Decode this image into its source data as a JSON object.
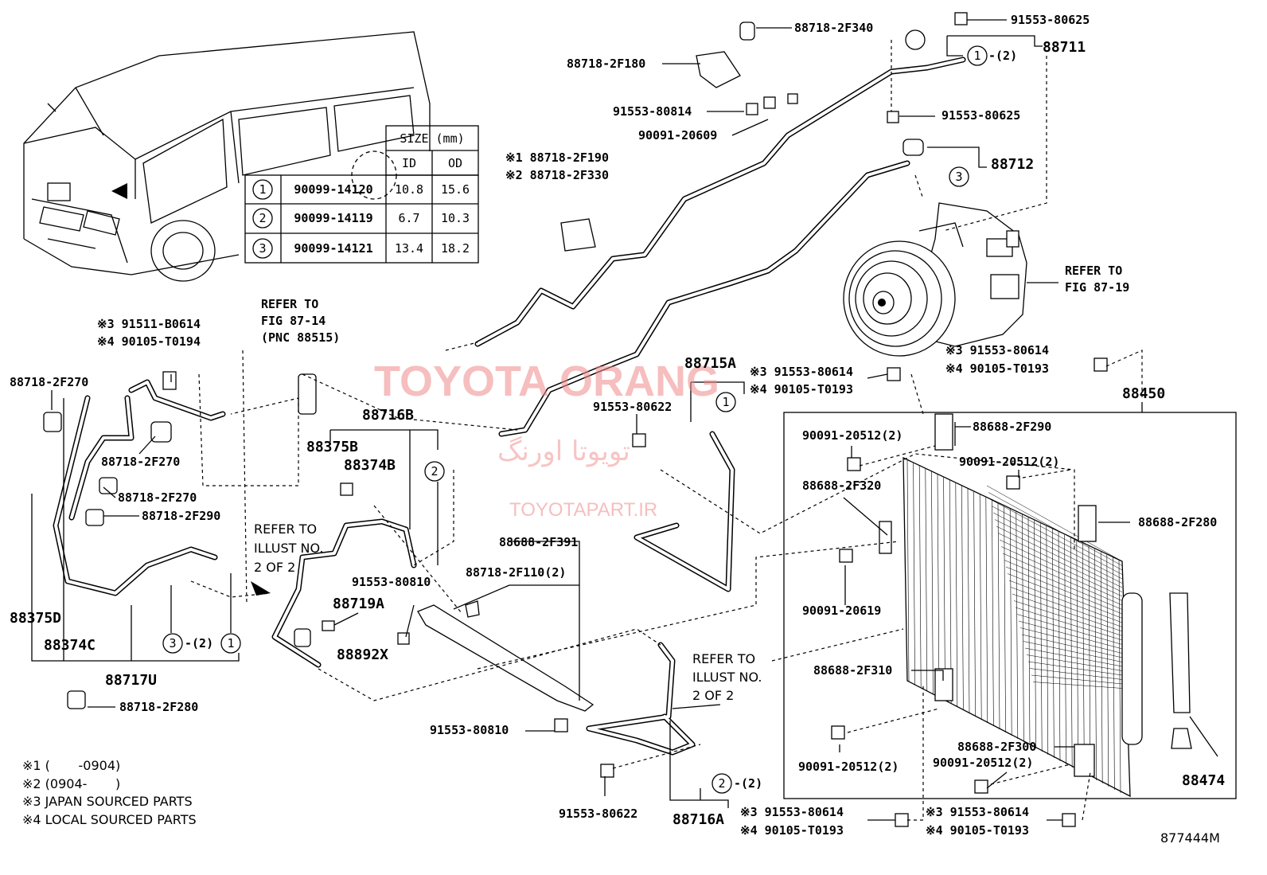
{
  "size_table": {
    "header_size": "SIZE (mm)",
    "header_id": "ID",
    "header_od": "OD",
    "rows": [
      {
        "mark": "1",
        "part": "90099-14120",
        "id": "10.8",
        "od": "15.6"
      },
      {
        "mark": "2",
        "part": "90099-14119",
        "id": "6.7",
        "od": "10.3"
      },
      {
        "mark": "3",
        "part": "90099-14121",
        "id": "13.4",
        "od": "18.2"
      }
    ]
  },
  "labels": {
    "p_2f340": "88718-2F340",
    "p_80625_top": "91553-80625",
    "p_88711": "88711",
    "p_c1_2": "-(2)",
    "p_2f180": "88718-2F180",
    "p_80814": "91553-80814",
    "p_20609": "90091-20609",
    "p_80625_mid": "91553-80625",
    "p_88712": "88712",
    "p_2f190": "※1 88718-2F190",
    "p_2f330": "※2 88718-2F330",
    "p_refer_87_19_a": "REFER TO",
    "p_refer_87_19_b": "FIG 87-19",
    "p_r_80614_a": "※3 91553-80614",
    "p_r_t0193_a": "※4 90105-T0193",
    "p_88450": "88450",
    "p_88715a": "88715A",
    "p_m_80614": "※3 91553-80614",
    "p_m_t0193": "※4 90105-T0193",
    "p_80622_mid": "91553-80622",
    "p_refer_87_14_a": "REFER TO",
    "p_refer_87_14_b": "FIG 87-14",
    "p_refer_87_14_c": "(PNC 88515)",
    "p_b0614": "※3 91511-B0614",
    "p_t0194": "※4 90105-T0194",
    "p_2f270_a": "88718-2F270",
    "p_2f270_b": "88718-2F270",
    "p_2f270_c": "88718-2F270",
    "p_2f290_l": "88718-2F290",
    "p_88716b": "88716B",
    "p_88375b": "88375B",
    "p_88374b": "88374B",
    "p_refer_illust_a": "REFER TO",
    "p_refer_illust_b": "ILLUST NO.",
    "p_refer_illust_c": "2 OF 2",
    "p_80810_a": "91553-80810",
    "p_88719a": "88719A",
    "p_88892x": "88892X",
    "p_2f391": "88688-2F391",
    "p_2f110": "88718-2F110(2)",
    "p_88375d": "88375D",
    "p_88374c": "88374C",
    "p_88717u": "88717U",
    "p_c3_2": "-(2)",
    "p_2f280_l": "88718-2F280",
    "p_80810_b": "91553-80810",
    "p_refer_illust2_a": "REFER TO",
    "p_refer_illust2_b": "ILLUST NO.",
    "p_refer_illust2_c": "2 OF 2",
    "p_c2_2": "-(2)",
    "p_80622_bot": "91553-80622",
    "p_88716a": "88716A",
    "p_b_80614_l": "※3 91553-80614",
    "p_b_t0193_l": "※4 90105-T0193",
    "p_b_80614_r": "※3 91553-80614",
    "p_b_t0193_r": "※4 90105-T0193",
    "p_20512_a": "90091-20512(2)",
    "p_2f290_r": "88688-2F290",
    "p_20512_b": "90091-20512(2)",
    "p_2f320": "88688-2F320",
    "p_2f280_r": "88688-2F280",
    "p_20619": "90091-20619",
    "p_2f310": "88688-2F310",
    "p_20512_c": "90091-20512(2)",
    "p_2f300": "88688-2F300",
    "p_20512_d": "90091-20512(2)",
    "p_88474": "88474",
    "fig_no": "877444M"
  },
  "notes": [
    "※1 (       -0904)",
    "※2 (0904-       )",
    "※3 JAPAN SOURCED PARTS",
    "※4 LOCAL SOURCED PARTS"
  ],
  "watermark": {
    "title": "TOYOTA ORANG",
    "persian": "تويوتا اورنگ",
    "url": "TOYOTAPART.IR",
    "color": "#f08a8a"
  }
}
